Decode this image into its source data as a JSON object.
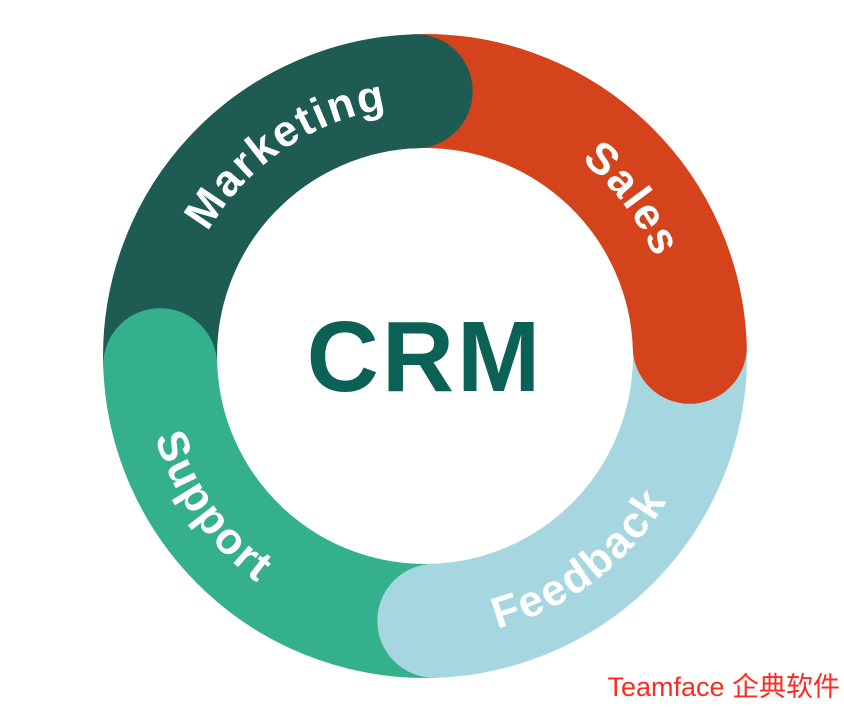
{
  "diagram": {
    "title_semantic": "crm-customer-lifecycle-cycle",
    "center_label": "CRM",
    "center_label_color": "#0c6156",
    "segment_label_color": "#ffffff",
    "segments": [
      {
        "id": "marketing",
        "label": "Marketing",
        "color": "#1d5b53"
      },
      {
        "id": "sales",
        "label": "Sales",
        "color": "#d4431b"
      },
      {
        "id": "feedback",
        "label": "Feedback",
        "color": "#a6d7e0"
      },
      {
        "id": "support",
        "label": "Support",
        "color": "#34b08c"
      }
    ]
  },
  "watermark": {
    "text": "Teamface 企典软件",
    "color": "#fb2b21"
  },
  "canvas": {
    "background": "#ffffff"
  }
}
